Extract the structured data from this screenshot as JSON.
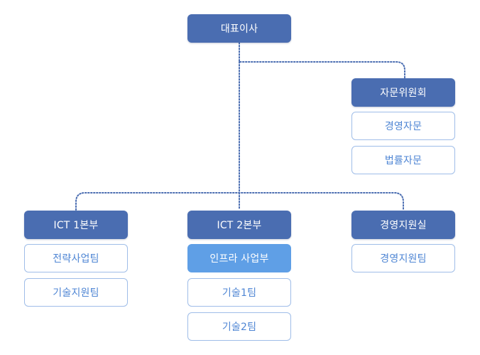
{
  "chart_data": {
    "type": "org-chart",
    "root": {
      "label": "대표이사",
      "children": [
        {
          "label": "자문위원회",
          "children": [
            {
              "label": "경영자문"
            },
            {
              "label": "법률자문"
            }
          ]
        },
        {
          "label": "ICT 1본부",
          "children": [
            {
              "label": "전략사업팀"
            },
            {
              "label": "기술지원팀"
            }
          ]
        },
        {
          "label": "ICT 2본부",
          "children": [
            {
              "label": "인프라 사업부",
              "highlighted": true
            },
            {
              "label": "기술1팀"
            },
            {
              "label": "기술2팀"
            }
          ]
        },
        {
          "label": "경영지원실",
          "children": [
            {
              "label": "경영지원팀"
            }
          ]
        }
      ]
    }
  },
  "colors": {
    "head_fill": "#4a6db1",
    "highlight_fill": "#5f9fe6",
    "sub_text": "#4f86d4",
    "sub_border": "#9fbde8",
    "connector": "#4a6db1"
  }
}
